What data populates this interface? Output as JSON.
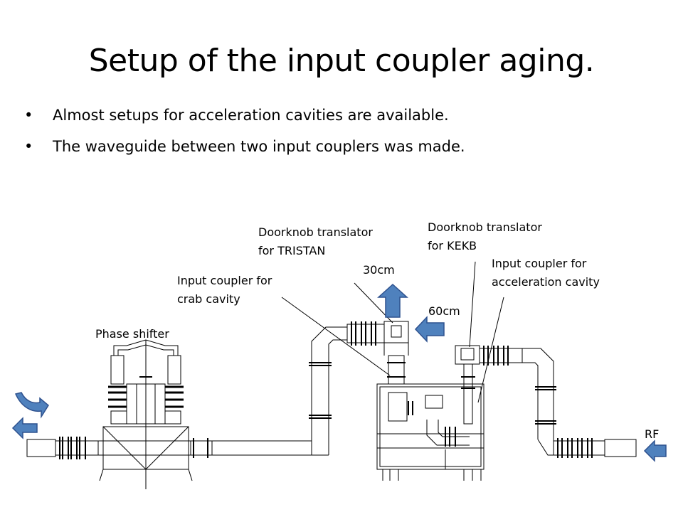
{
  "slide": {
    "title": "Setup of the input coupler aging.",
    "bullets": [
      "Almost setups for acceleration cavities are available.",
      "The waveguide between two input couplers was made."
    ]
  },
  "diagram": {
    "labels": {
      "doorknob_tristan_line1": "Doorknob translator",
      "doorknob_tristan_line2": "for TRISTAN",
      "doorknob_kekb_line1": "Doorknob translator",
      "doorknob_kekb_line2": "for KEKB",
      "input_coupler_crab_line1": "Input coupler for",
      "input_coupler_crab_line2": "crab cavity",
      "input_coupler_accel_line1": "Input coupler for",
      "input_coupler_accel_line2": "acceleration cavity",
      "dim_30cm": "30cm",
      "dim_60cm": "60cm",
      "phase_shifter": "Phase shifter",
      "rf": "RF"
    },
    "arrow_color": "#4F81BD",
    "arrow_stroke": "#2F528F"
  }
}
